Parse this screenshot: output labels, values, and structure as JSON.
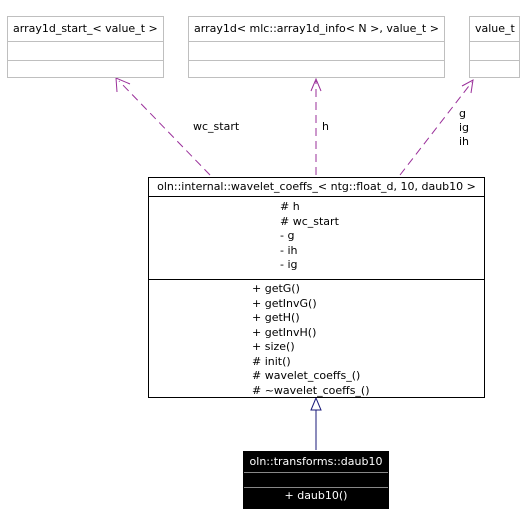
{
  "templates": {
    "array1d_start": "array1d_start_< value_t >",
    "array1d": "array1d< mlc::array1d_info< N >, value_t >",
    "value_t": "value_t"
  },
  "edges": {
    "wc_start": "wc_start",
    "h": "h",
    "g_lines": [
      "g",
      "ig",
      "ih"
    ]
  },
  "main_class": {
    "title": "oln::internal::wavelet_coeffs_< ntg::float_d, 10, daub10 >",
    "attributes": [
      "# h",
      "# wc_start",
      "- g",
      "- ih",
      "- ig"
    ],
    "operations": [
      "+ getG()",
      "+ getInvG()",
      "+ getH()",
      "+ getInvH()",
      "+ size()",
      "# init()",
      "# wavelet_coeffs_()",
      "# ~wavelet_coeffs_()"
    ]
  },
  "derived_class": {
    "title": "oln::transforms::daub10",
    "operations": [
      "+ daub10()"
    ]
  },
  "colors": {
    "template_edge": "#9a2f9a",
    "inheritance_edge": "#1a1a7a"
  }
}
